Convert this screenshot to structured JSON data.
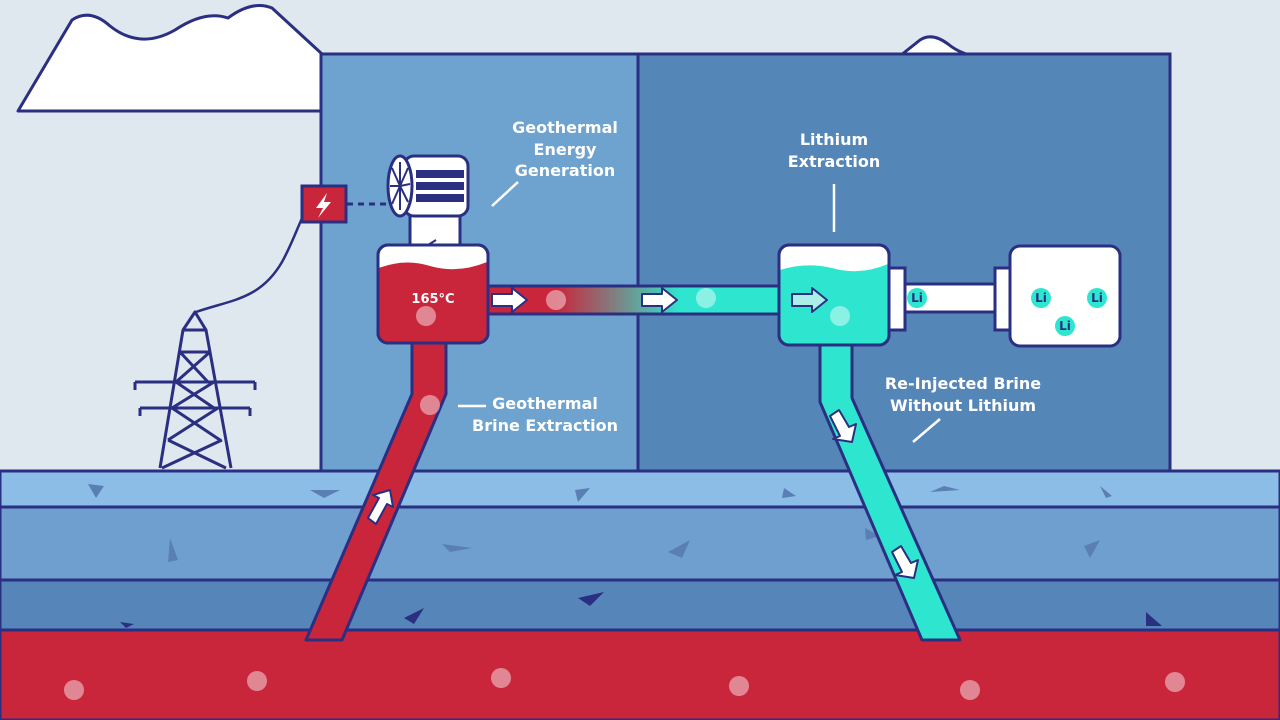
{
  "labels": {
    "geothermal_energy": [
      "Geothermal",
      "Energy",
      "Generation"
    ],
    "lithium_extraction": [
      "Lithium",
      "Extraction"
    ],
    "brine_extraction": [
      "Geothermal",
      "Brine Extraction"
    ],
    "reinjected": [
      "Re-Injected Brine",
      "Without Lithium"
    ],
    "temperature": "165°C",
    "lithium_symbol": "Li"
  },
  "icons": {
    "power": "lightning-bolt-icon",
    "generator": "turbine-icon",
    "tower": "power-tower-icon"
  },
  "colors": {
    "sky": "#dfe7ef",
    "building_left": "#6fa3cf",
    "building_right": "#5586b8",
    "outline": "#2a2f82",
    "hot_brine": "#c9263c",
    "cooled_brine": "#2ee5cf",
    "magma": "#c9263c",
    "ground_top": "#8cbde6",
    "ground_mid": "#6e9fcf",
    "ground_low": "#5585b9"
  }
}
